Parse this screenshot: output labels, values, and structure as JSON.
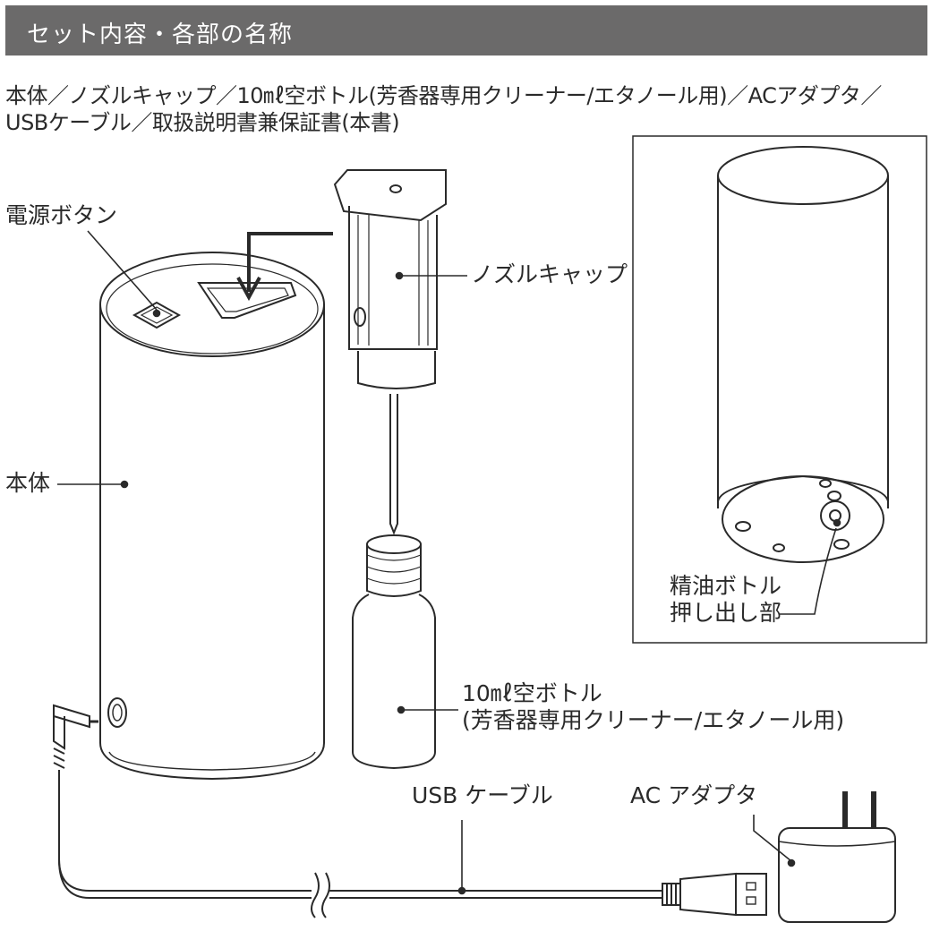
{
  "header": {
    "title": "セット内容・各部の名称"
  },
  "contents": {
    "line1": "本体／ノズルキャップ／10㎖空ボトル(芳香器専用クリーナー/エタノール用)／ACアダプタ／",
    "line2": "USBケーブル／取扱説明書兼保証書(本書)"
  },
  "labels": {
    "power_button": "電源ボタン",
    "nozzle_cap": "ノズルキャップ",
    "body": "本体",
    "bottle_line1": "10㎖空ボトル",
    "bottle_line2": "(芳香器専用クリーナー/エタノール用)",
    "usb_cable": "USB ケーブル",
    "ac_adapter": "AC アダプタ",
    "push_part_line1": "精油ボトル",
    "push_part_line2": "押し出し部"
  }
}
